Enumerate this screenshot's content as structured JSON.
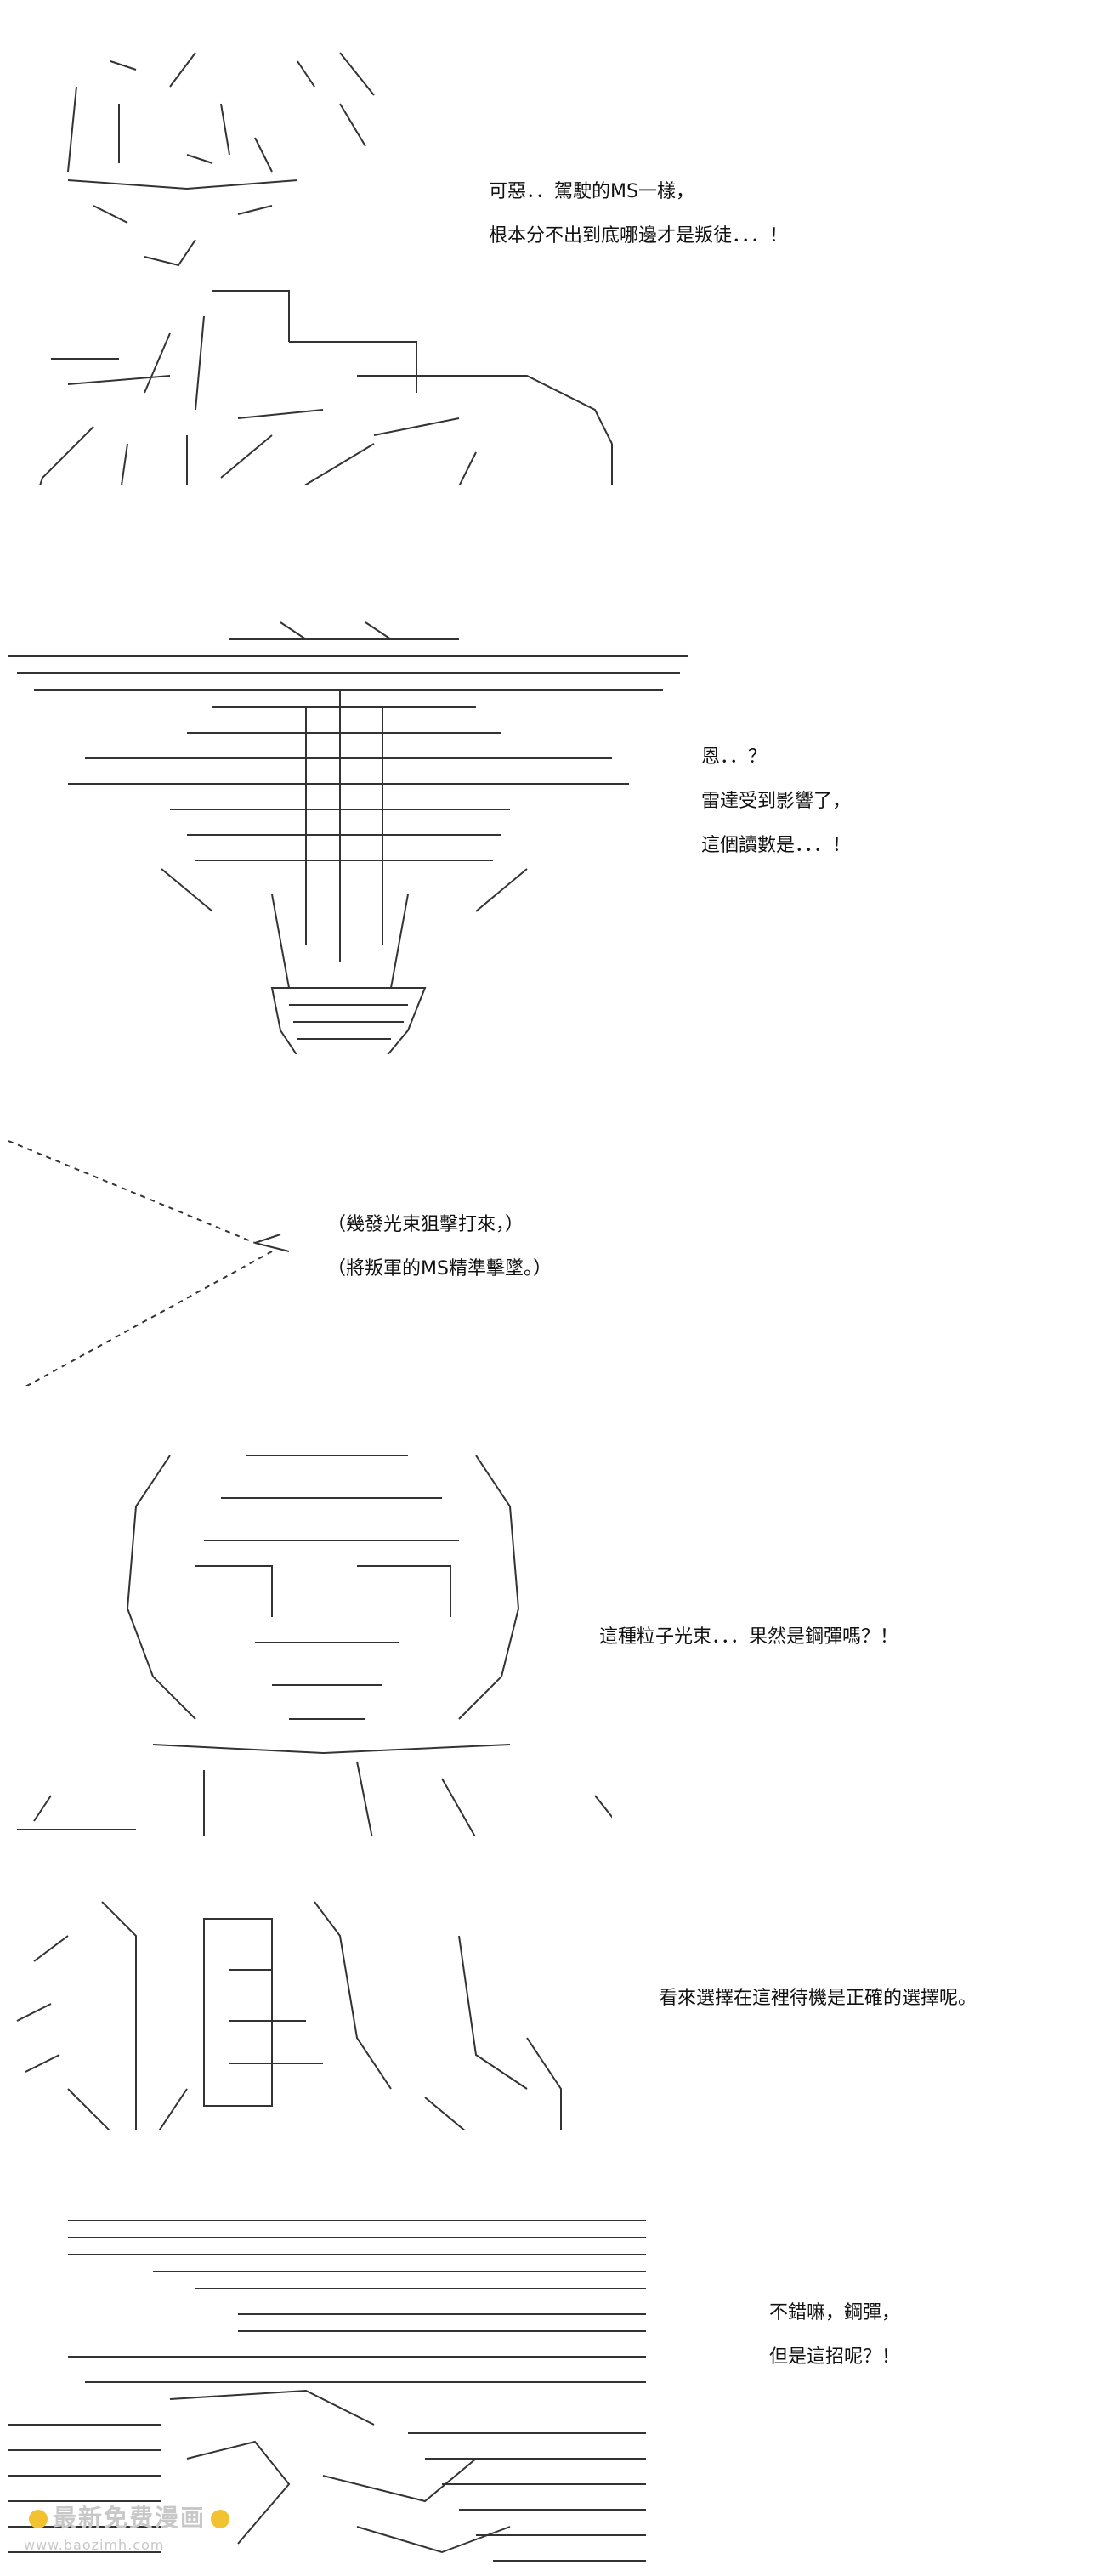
{
  "panels": [
    {
      "id": "panel-1",
      "lines": [
        "可惡．．駕駛的MS一樣，",
        "根本分不出到底哪邊才是叛徒．．．！"
      ]
    },
    {
      "id": "panel-2",
      "lines": [
        "恩．．？",
        "雷達受到影響了，",
        "這個讀數是．．．！"
      ]
    },
    {
      "id": "panel-3",
      "lines": [
        "（幾發光束狙擊打來，）",
        "（將叛軍的MS精準擊墜。）"
      ]
    },
    {
      "id": "panel-4",
      "lines": [
        "這種粒子光束．．．果然是鋼彈嗎？！"
      ]
    },
    {
      "id": "panel-5",
      "lines": [
        "看來選擇在這裡待機是正確的選擇呢。"
      ]
    },
    {
      "id": "panel-6",
      "lines": [
        "不錯嘛，鋼彈，",
        "但是這招呢？！"
      ]
    }
  ],
  "watermark": {
    "title": "最新免费漫画",
    "url": "www.baozimh.com"
  }
}
